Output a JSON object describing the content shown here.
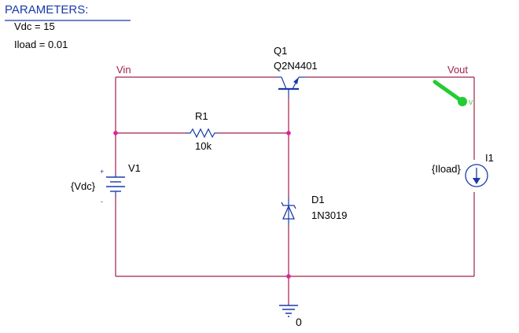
{
  "parameters": {
    "title": "PARAMETERS:",
    "entries": [
      "Vdc = 15",
      "Iload = 0.01"
    ]
  },
  "nets": {
    "vin": "Vin",
    "vout": "Vout",
    "ground": "0"
  },
  "components": {
    "q1": {
      "ref": "Q1",
      "model": "Q2N4401"
    },
    "r1": {
      "ref": "R1",
      "value": "10k"
    },
    "v1": {
      "ref": "V1",
      "value": "{Vdc}",
      "plus": "+",
      "minus": "-"
    },
    "d1": {
      "ref": "D1",
      "model": "1N3019"
    },
    "i1": {
      "ref": "I1",
      "value": "{Iload}"
    },
    "probe": {
      "tag": "V"
    }
  },
  "colors": {
    "wire": "#a0204a",
    "part": "#1a3aa8",
    "text": "#000000",
    "junction": "#e0209e",
    "probe": "#22cc33",
    "param_underline": "#1a3aa8"
  }
}
